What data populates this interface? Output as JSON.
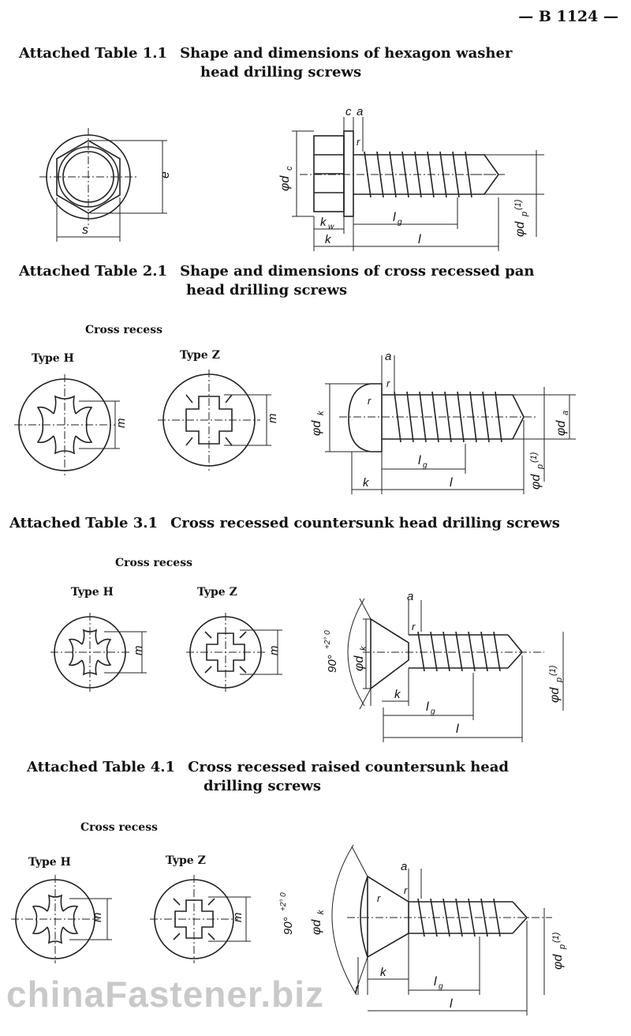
{
  "page_number": "— B 1124 —",
  "tables": [
    {
      "number": "Attached Table 1.1",
      "title_line1": "Shape and dimensions of hexagon washer",
      "title_line2": "head drilling screws"
    },
    {
      "number": "Attached Table 2.1",
      "title_line1": "Shape and dimensions of cross recessed pan",
      "title_line2": "head drilling screws"
    },
    {
      "number": "Attached Table 3.1",
      "title_line1": "Cross recessed countersunk head drilling screws"
    },
    {
      "number": "Attached Table 4.1",
      "title_line1": "Cross recessed raised countersunk head",
      "title_line2": "drilling screws"
    }
  ],
  "labels": {
    "cross_recess": "Cross recess",
    "type_h": "Type H",
    "type_z": "Type Z"
  },
  "dims": {
    "s": "s",
    "e": "e",
    "c": "c",
    "a": "a",
    "r": "r",
    "rf": "r",
    "f": "f",
    "dc": "φd",
    "dc_sub": "c",
    "dk": "φd",
    "dk_sub": "k",
    "da": "φd",
    "da_sub": "a",
    "dp": "φd",
    "dp_sub": "p",
    "dp_note": "(1)",
    "kw": "k",
    "kw_sub": "w",
    "k": "k",
    "lg": "l",
    "lg_sub": "g",
    "l": "l",
    "m": "m",
    "angle": "90°",
    "angle_tol": "+2° 0"
  },
  "watermark": "chinaFastener.biz"
}
